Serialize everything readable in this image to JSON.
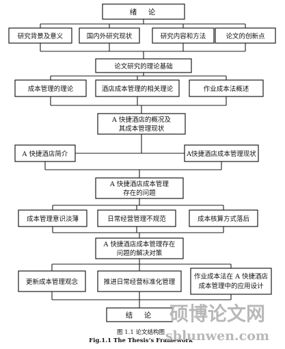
{
  "nodes": {
    "intro": "绪　论",
    "background": "研究背景及意义",
    "status": "国内外研究现状",
    "content_method": "研究内容和方法",
    "innovation": "论文的创新点",
    "theory_basis": "论文研究的理论基础",
    "cost_theory": "成本管理的理论",
    "hotel_theory": "酒店成本管理的相关理论",
    "abc_overview": "作业成本法概述",
    "a_overview_1": "A 快捷酒店的概况及",
    "a_overview_2": "其成本管理现状",
    "a_intro": "A 快捷酒店简介",
    "a_cost_status": "A快捷酒店成本管理现状",
    "a_problems_1": "A 快捷酒店成本管理",
    "a_problems_2": "存在的问题",
    "weak_awareness": "成本管理意识淡薄",
    "irregular_ops": "日常经营管理不规范",
    "backward_calc": "成本核算方式落后",
    "solutions_1": "A 快捷酒店成本管理存在",
    "solutions_2": "问题的解决对策",
    "update_concept": "更新成本管理观念",
    "standardize": "推进日常经营标准化管理",
    "abc_app_1": "作业成本法在 A 快捷酒店",
    "abc_app_2": "成本管理中的应用设计",
    "conclusion": "结　论"
  },
  "caption": {
    "zh": "图 1.1  论文结构图",
    "en": "Fig.1.1 The Thesis’s Framework"
  },
  "watermark": {
    "line1": "硕博论文网",
    "line2": "sblunwen.com"
  }
}
